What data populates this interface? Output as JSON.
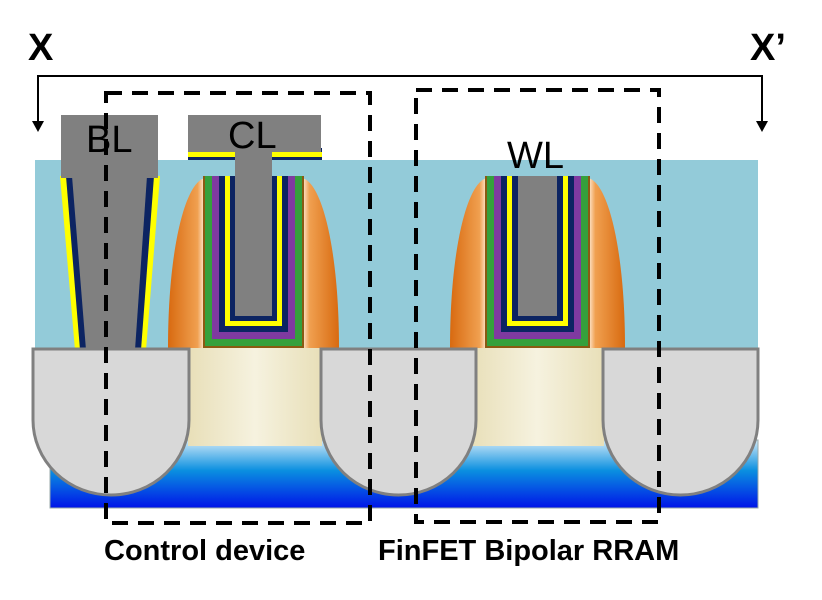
{
  "labels": {
    "section_left": "X",
    "section_right": "X’",
    "bitline": "BL",
    "control_line": "CL",
    "wordline": "WL",
    "caption_control": "Control device",
    "caption_rram": "FinFET Bipolar RRAM"
  },
  "colors": {
    "oxide": "#93cbd9",
    "substrate_top": "#cfe9f8",
    "substrate_mid": "#0a8fe0",
    "substrate_bottom": "#0014e8",
    "channel": "#f1ebd0",
    "source_drain": "#d8d8d8",
    "metal": "#808080",
    "spacer": "#e0781a",
    "liner_navy": "#0c2462",
    "liner_yellow": "#ffff00",
    "liner_purple": "#7f3aa0",
    "liner_green": "#35a03c",
    "liner_brown": "#8a5a12"
  }
}
